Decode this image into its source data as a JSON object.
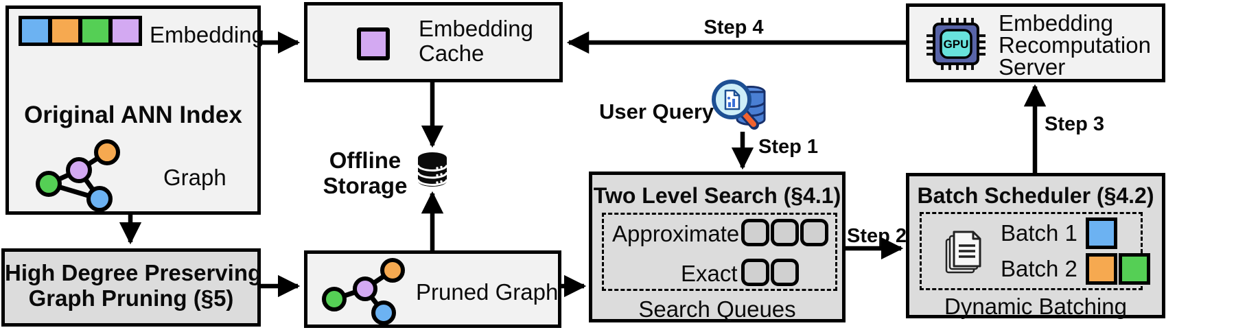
{
  "palette": {
    "blue": "#6cb2f2",
    "orange": "#f6a950",
    "green": "#55cf55",
    "purple": "#d3a9f2"
  },
  "colors": {
    "box_light": "#f2f2f2",
    "box_dark": "#dcdcdc",
    "gpu_chip": "#5864a8",
    "gpu_core": "#68e2dc",
    "query_db": "#4a7fd4",
    "lens": "#cdeef8",
    "handle_orange": "#f2622e"
  },
  "ann_index": {
    "title": "Original ANN Index",
    "embedding_label": "Embedding",
    "graph_label": "Graph",
    "embedding_cells": [
      "blue",
      "orange",
      "green",
      "purple"
    ]
  },
  "graph_pruning": {
    "line1": "High Degree Preserving",
    "line2": "Graph Pruning (§5)"
  },
  "embedding_cache": {
    "line1": "Embedding",
    "line2": "Cache"
  },
  "offline_storage": {
    "line1": "Offline",
    "line2": "Storage"
  },
  "pruned_graph": {
    "label": "Pruned Graph"
  },
  "user_query": {
    "label": "User Query"
  },
  "two_level_search": {
    "title": "Two Level Search (§4.1)",
    "approximate_label": "Approximate",
    "exact_label": "Exact",
    "approximate_queues": 3,
    "exact_queues": 2,
    "footer": "Search Queues"
  },
  "batch_scheduler": {
    "title": "Batch Scheduler (§4.2)",
    "batch1_label": "Batch 1",
    "batch1_cells": [
      "blue"
    ],
    "batch2_label": "Batch 2",
    "batch2_cells": [
      "orange",
      "green"
    ],
    "footer": "Dynamic Batching"
  },
  "recomputation_server": {
    "line1": "Embedding",
    "line2": "Recomputation",
    "line3": "Server",
    "gpu_label": "GPU"
  },
  "steps": {
    "step1": "Step 1",
    "step2": "Step 2",
    "step3": "Step 3",
    "step4": "Step 4"
  }
}
